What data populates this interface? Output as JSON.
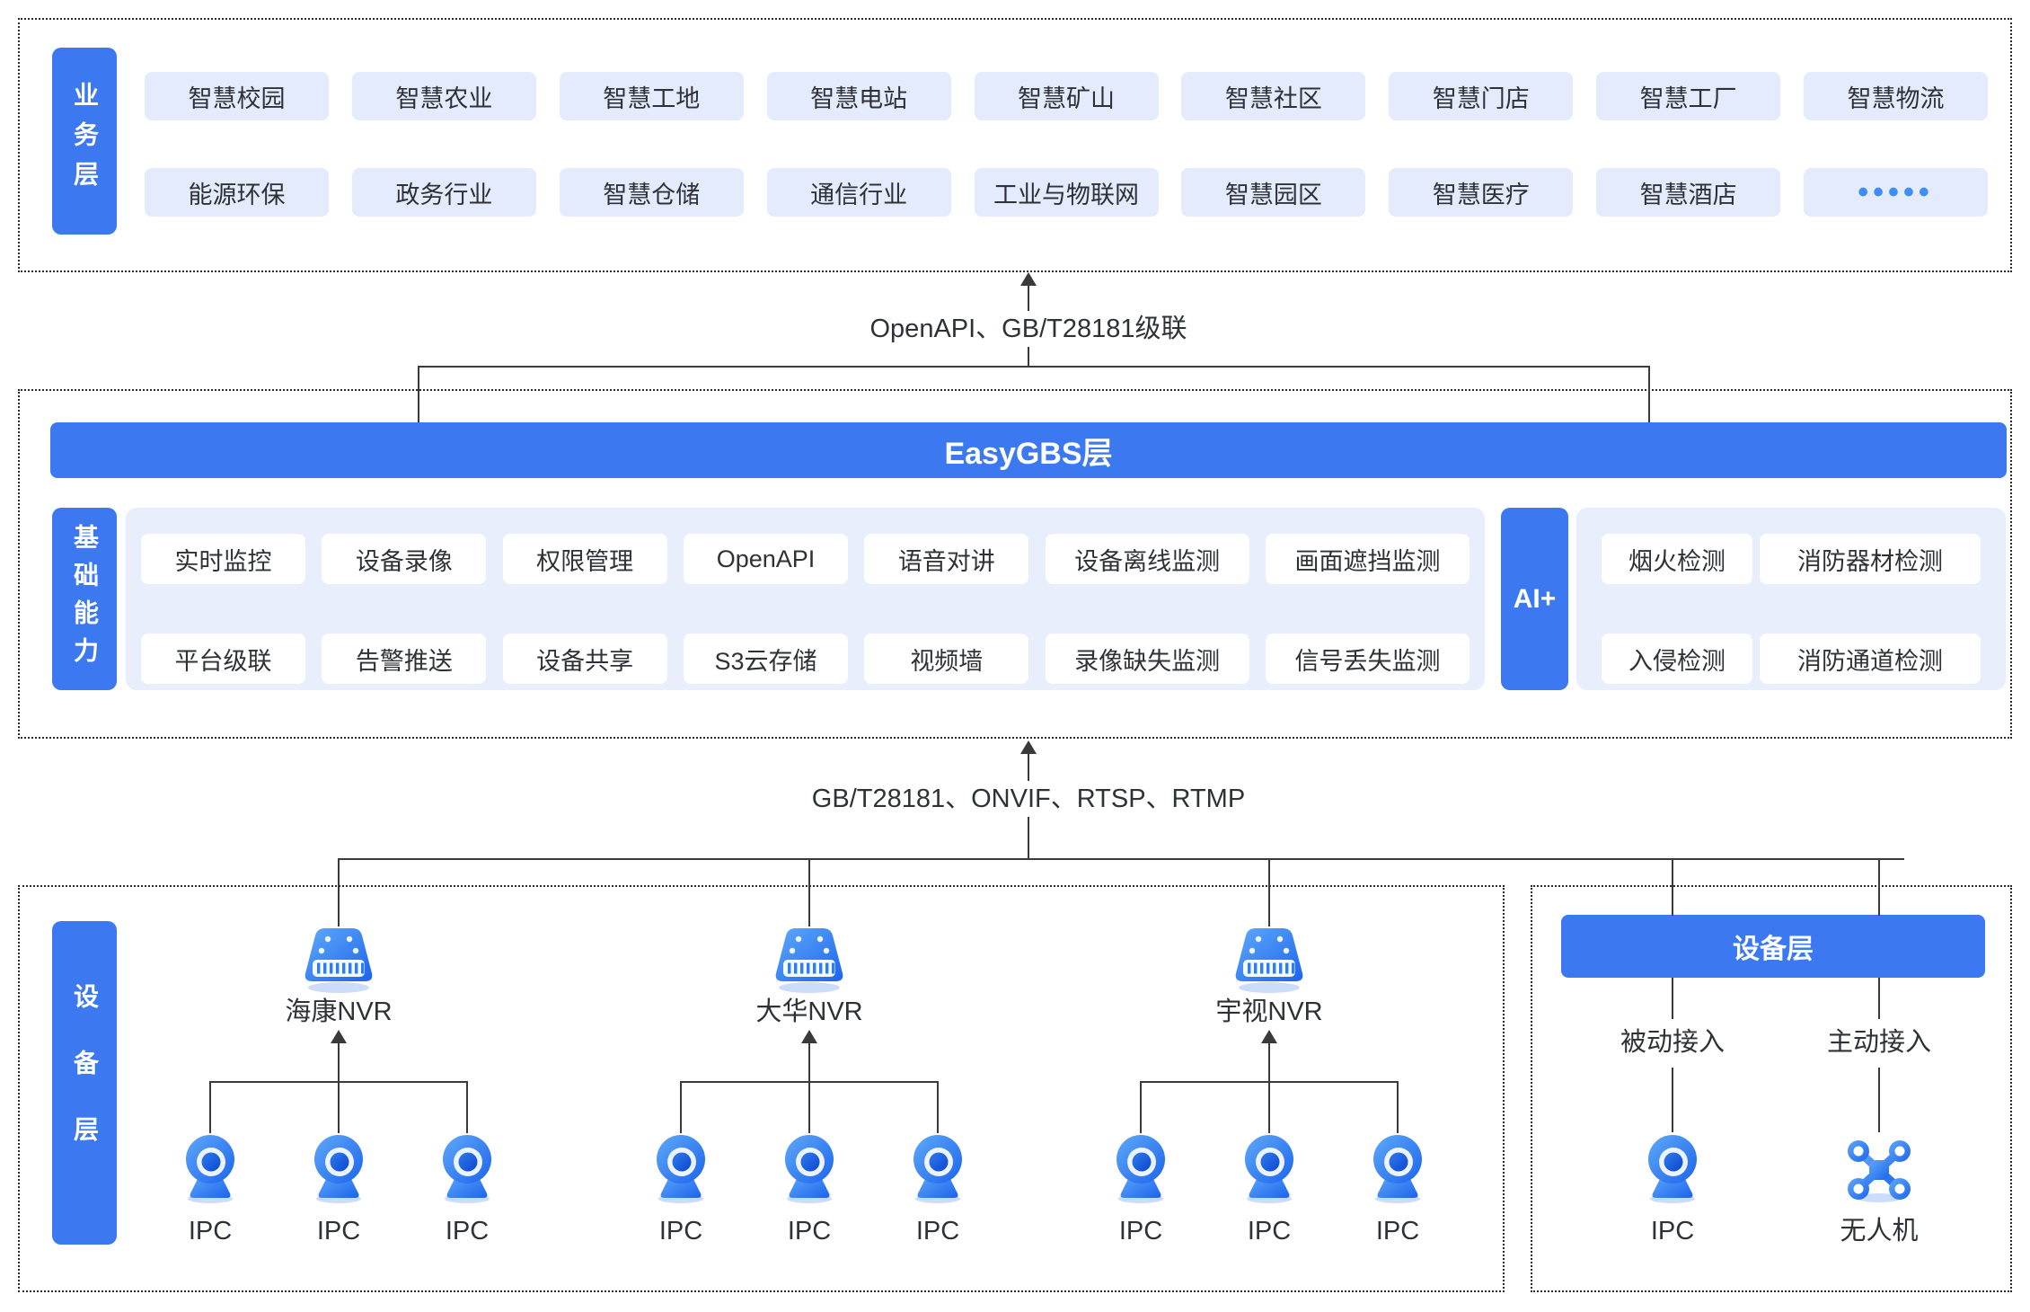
{
  "colors": {
    "accent": "#3C79F0",
    "box_bg": "#E4EBFC",
    "panel_bg": "#E9EEFC",
    "line": "#3A3A3C",
    "text": "#2E3237",
    "dots": "#3F8DF6",
    "icon_blue_light": "#5FA9FA",
    "icon_blue_dark": "#1C64EC",
    "icon_shadow": "#CBDDFA"
  },
  "icons": {
    "nvr": "nvr-recorder-icon",
    "camera": "ip-camera-icon",
    "drone": "drone-icon",
    "more": "ellipsis-dots"
  },
  "business_layer": {
    "tab": "业务层",
    "row1": [
      "智慧校园",
      "智慧农业",
      "智慧工地",
      "智慧电站",
      "智慧矿山",
      "智慧社区",
      "智慧门店",
      "智慧工厂",
      "智慧物流"
    ],
    "row2": [
      "能源环保",
      "政务行业",
      "智慧仓储",
      "通信行业",
      "工业与物联网",
      "智慧园区",
      "智慧医疗",
      "智慧酒店",
      "•••••"
    ]
  },
  "connector_top": {
    "label": "OpenAPI、GB/T28181级联"
  },
  "easygbs_layer": {
    "title": "EasyGBS层",
    "tab": "基础能力",
    "capabilities_row1": [
      "实时监控",
      "设备录像",
      "权限管理",
      "OpenAPI",
      "语音对讲",
      "设备离线监测",
      "画面遮挡监测"
    ],
    "capabilities_row2": [
      "平台级联",
      "告警推送",
      "设备共享",
      "S3云存储",
      "视频墙",
      "录像缺失监测",
      "信号丢失监测"
    ],
    "ai_tab": "AI+",
    "ai_row1": [
      "烟火检测",
      "消防器材检测"
    ],
    "ai_row2": [
      "入侵检测",
      "消防通道检测"
    ]
  },
  "connector_bottom": {
    "label": "GB/T28181、ONVIF、RTSP、RTMP"
  },
  "device_layer": {
    "tab": "设备层",
    "nvr_groups": [
      {
        "name": "海康NVR",
        "cameras": [
          "IPC",
          "IPC",
          "IPC"
        ]
      },
      {
        "name": "大华NVR",
        "cameras": [
          "IPC",
          "IPC",
          "IPC"
        ]
      },
      {
        "name": "宇视NVR",
        "cameras": [
          "IPC",
          "IPC",
          "IPC"
        ]
      }
    ],
    "right_panel": {
      "title": "设备层",
      "passive_label": "被动接入",
      "active_label": "主动接入",
      "passive_device": "IPC",
      "active_device": "无人机"
    }
  }
}
